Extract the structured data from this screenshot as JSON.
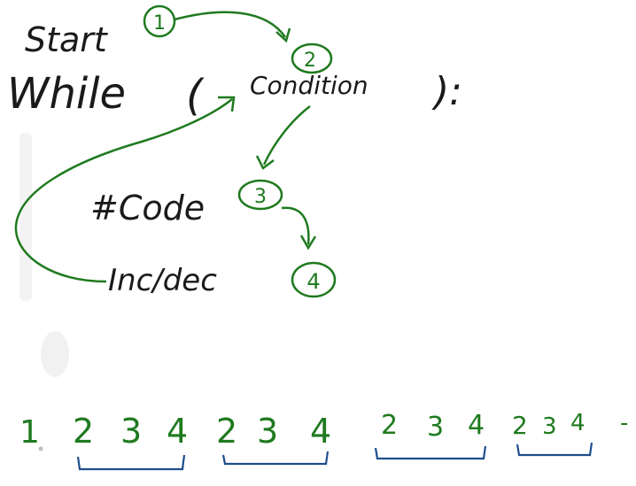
{
  "colors": {
    "ink_black": "#1a1a1a",
    "ink_green": "#1f7a1f",
    "ink_blue": "#1e4e8c",
    "background": "#ffffff"
  },
  "labels": {
    "start": "Start",
    "while_keyword": "While",
    "open_paren": "(",
    "condition": "Condition",
    "close_paren": "):",
    "code": "#Code",
    "incdec": "Inc/dec"
  },
  "steps": {
    "s1": "1",
    "s2": "2",
    "s3": "3",
    "s4": "4"
  },
  "sequence": {
    "first": "1",
    "groups": [
      [
        "2",
        "3",
        "4"
      ],
      [
        "2",
        "3",
        "4"
      ],
      [
        "2",
        "3",
        "4"
      ],
      [
        "2",
        "3",
        "4"
      ]
    ],
    "trailing": "-"
  }
}
